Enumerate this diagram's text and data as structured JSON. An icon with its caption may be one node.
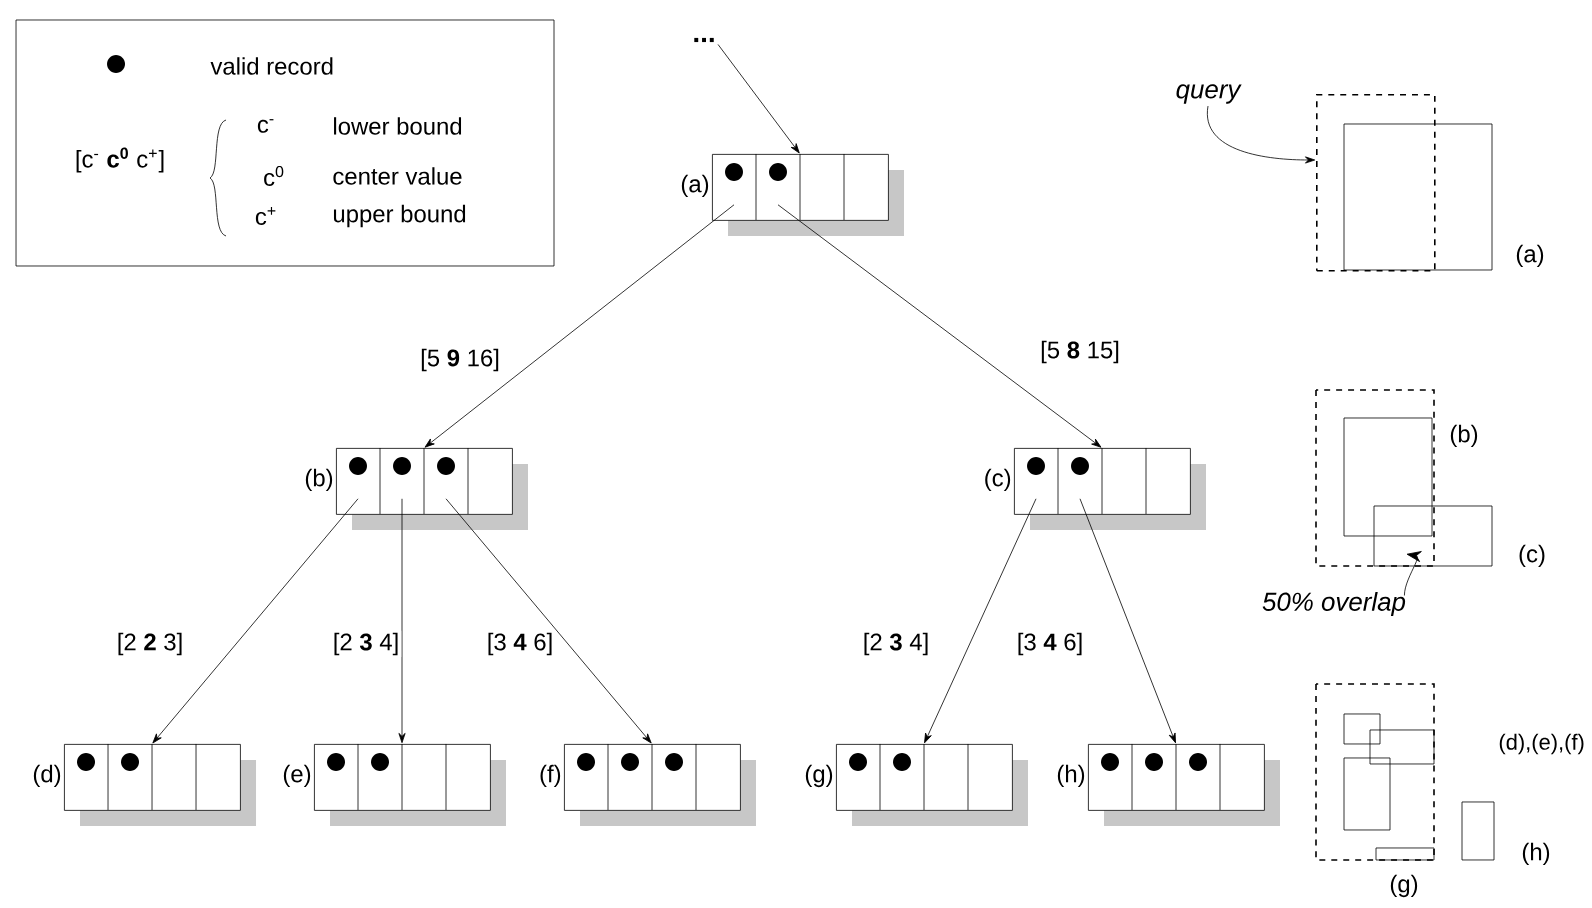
{
  "diagram": {
    "nodes": [
      {
        "text": [
          "..."
        ]
      },
      {
        "text": [
          "(a)"
        ]
      },
      {
        "text": [
          "(b)"
        ]
      },
      {
        "text": [
          "(c)"
        ]
      },
      {
        "text": [
          "(d)"
        ]
      },
      {
        "text": [
          "(e)"
        ]
      },
      {
        "text": [
          "(f)"
        ]
      },
      {
        "text": [
          "(g)"
        ]
      },
      {
        "text": [
          "(h)"
        ]
      },
      {
        "text": [
          "query"
        ]
      },
      {
        "text": [],
        "shape": "box"
      },
      {
        "text": [
          "50% overlap"
        ]
      }
    ],
    "edges": [
      {
        "from": 0,
        "to": 1,
        "arrow": "to"
      },
      {
        "from": 1,
        "to": 2,
        "arrow": "to",
        "label": "[5 **9** 16]"
      },
      {
        "from": 1,
        "to": 3,
        "arrow": "to",
        "label": "[5 **8** 15]"
      },
      {
        "from": 2,
        "to": 4,
        "arrow": "to",
        "label": "[2 **2** 3]"
      },
      {
        "from": 2,
        "to": 5,
        "arrow": "to",
        "label": "[2 **3** 4]"
      },
      {
        "from": 2,
        "to": 6,
        "arrow": "to",
        "label": "[3 **4** 6]"
      },
      {
        "from": 3,
        "to": 7,
        "arrow": "to",
        "label": "[2 **3** 4]"
      },
      {
        "from": 3,
        "to": 8,
        "arrow": "to",
        "label": "[3 **4** 6]"
      },
      {
        "from": 9,
        "to": 10,
        "arrow": "to"
      },
      {
        "from": 11,
        "to": null,
        "arrow": "to"
      }
    ],
    "labels": [
      "[c$^{-}$ **c$^{0}$** c$^{+}$]",
      "c$^{-}$",
      "lower bound",
      "c$^{0}$",
      "center value",
      "c$^{+}$",
      "upper bound",
      "(a)",
      "(b)",
      "(c)",
      "(d),(e),(f)",
      "(h)",
      "(g)"
    ],
    "legend": [
      {
        "text": "valid record"
      }
    ]
  }
}
